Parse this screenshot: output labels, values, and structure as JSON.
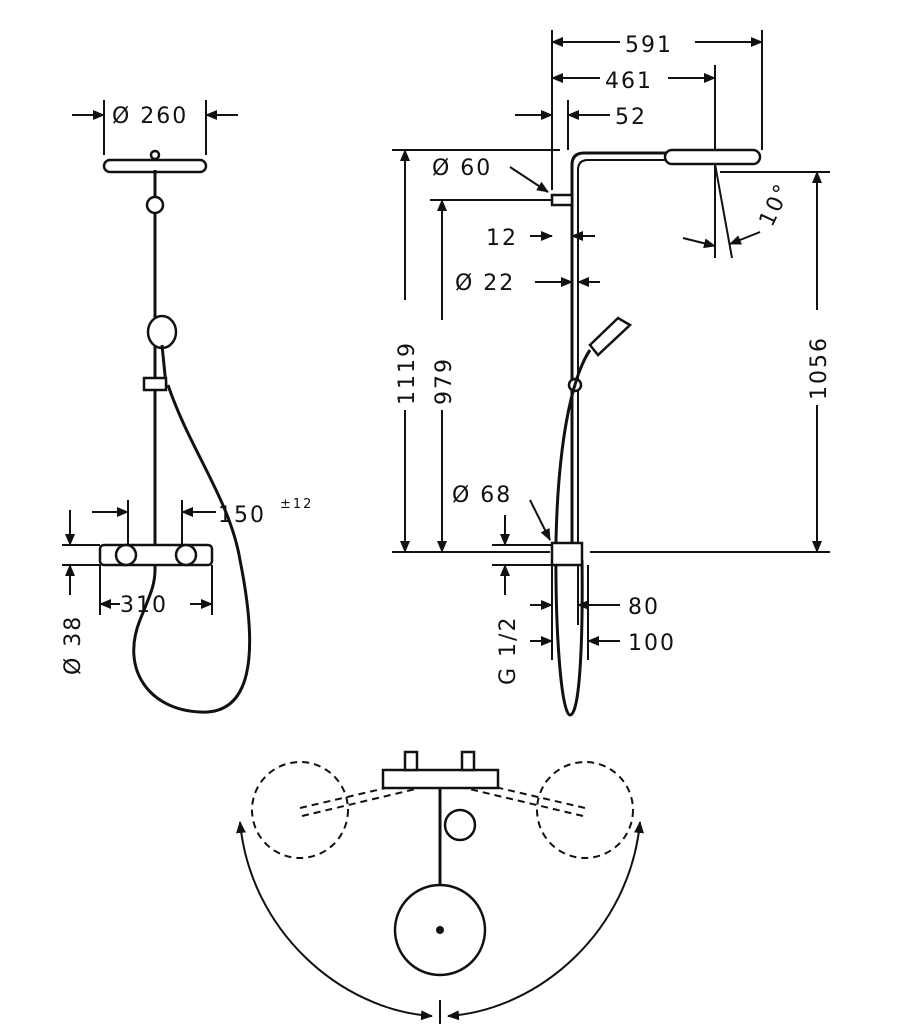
{
  "front_view": {
    "head_diameter": "Ø 260",
    "outlet_spacing": "150",
    "outlet_tolerance": "±12",
    "thermostat_diameter": "Ø 38",
    "thermostat_width": "310"
  },
  "side_view": {
    "total_projection": "591",
    "arm_projection": "461",
    "wall_distance": "52",
    "bracket_diameter": "Ø 60",
    "bracket_offset": "12",
    "pipe_diameter": "Ø 22",
    "total_height": "1119",
    "bracket_height": "979",
    "head_height": "1056",
    "head_tilt": "10°",
    "rosette_diameter": "Ø 68",
    "thread": "G 1/2",
    "depth_80": "80",
    "depth_100": "100"
  }
}
